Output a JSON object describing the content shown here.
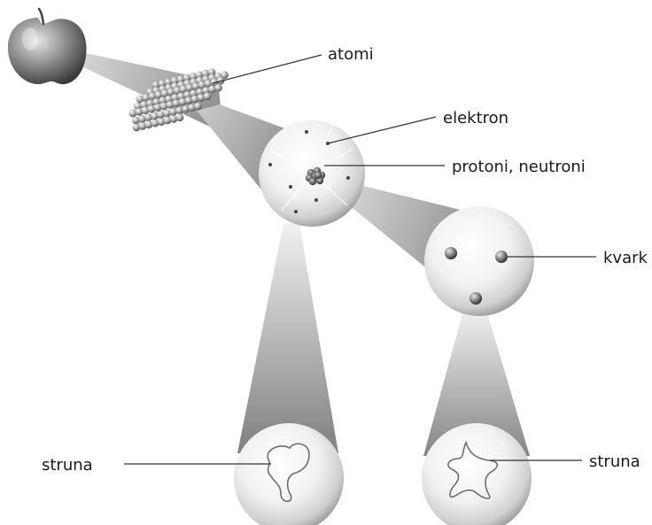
{
  "labels": {
    "atoms": "atomi",
    "electron": "elektron",
    "nucleons": "protoni, neutroni",
    "quark": "kvark",
    "string_left": "struna",
    "string_right": "struna"
  },
  "colors": {
    "background": "#ffffff",
    "beam": "#9a9a9a",
    "sphere_light": "#ffffff",
    "sphere_dark": "#8e8e8e",
    "leader_line": "#333333",
    "string_line": "#6e6e6e"
  }
}
